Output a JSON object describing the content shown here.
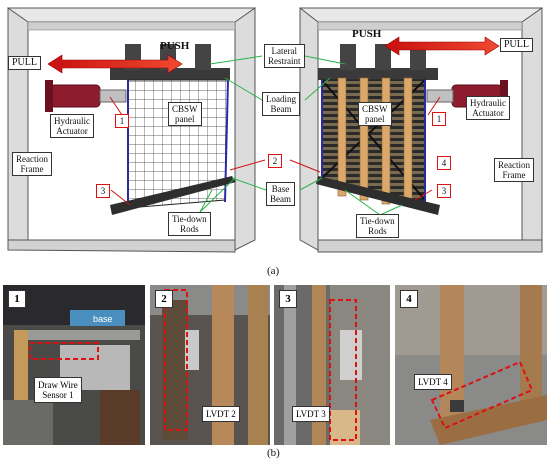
{
  "figure_a": {
    "caption": "(a)",
    "left_frame": {
      "pull_label": "PULL",
      "push_label": "PUSH",
      "actuator_label": "Hydraulic\nActuator",
      "reaction_label": "Reaction\nFrame",
      "panel_label": "CBSW\npanel",
      "markers": [
        "1",
        "3"
      ]
    },
    "right_frame": {
      "push_label": "PUSH",
      "pull_label": "PULL",
      "actuator_label": "Hydraulic\nActuator",
      "reaction_label": "Reaction\nFrame",
      "panel_label": "CBSW\npanel",
      "markers": [
        "1",
        "3",
        "4"
      ]
    },
    "center_labels": {
      "lateral_restraint": "Lateral\nRestraint",
      "loading_beam": "Loading\nBeam",
      "base_beam": "Base\nBeam",
      "marker_2": "2",
      "tie_down_left": "Tie-down\nRods",
      "tie_down_right": "Tie-down\nRods"
    }
  },
  "figure_b": {
    "caption": "(b)",
    "photos": [
      {
        "badge": "1",
        "label": "Draw Wire\nSensor 1",
        "logo": "base"
      },
      {
        "badge": "2",
        "label": "LVDT 2"
      },
      {
        "badge": "3",
        "label": "LVDT 3"
      },
      {
        "badge": "4",
        "label": "LVDT 4"
      }
    ]
  },
  "colors": {
    "arrow_red": "#e0281e",
    "actuator": "#8e1a2e",
    "marker_border": "#d11111",
    "leader_green": "#2bb34a",
    "frame_gray": "#d9d9d9",
    "bamboo": "#d9a86a"
  }
}
